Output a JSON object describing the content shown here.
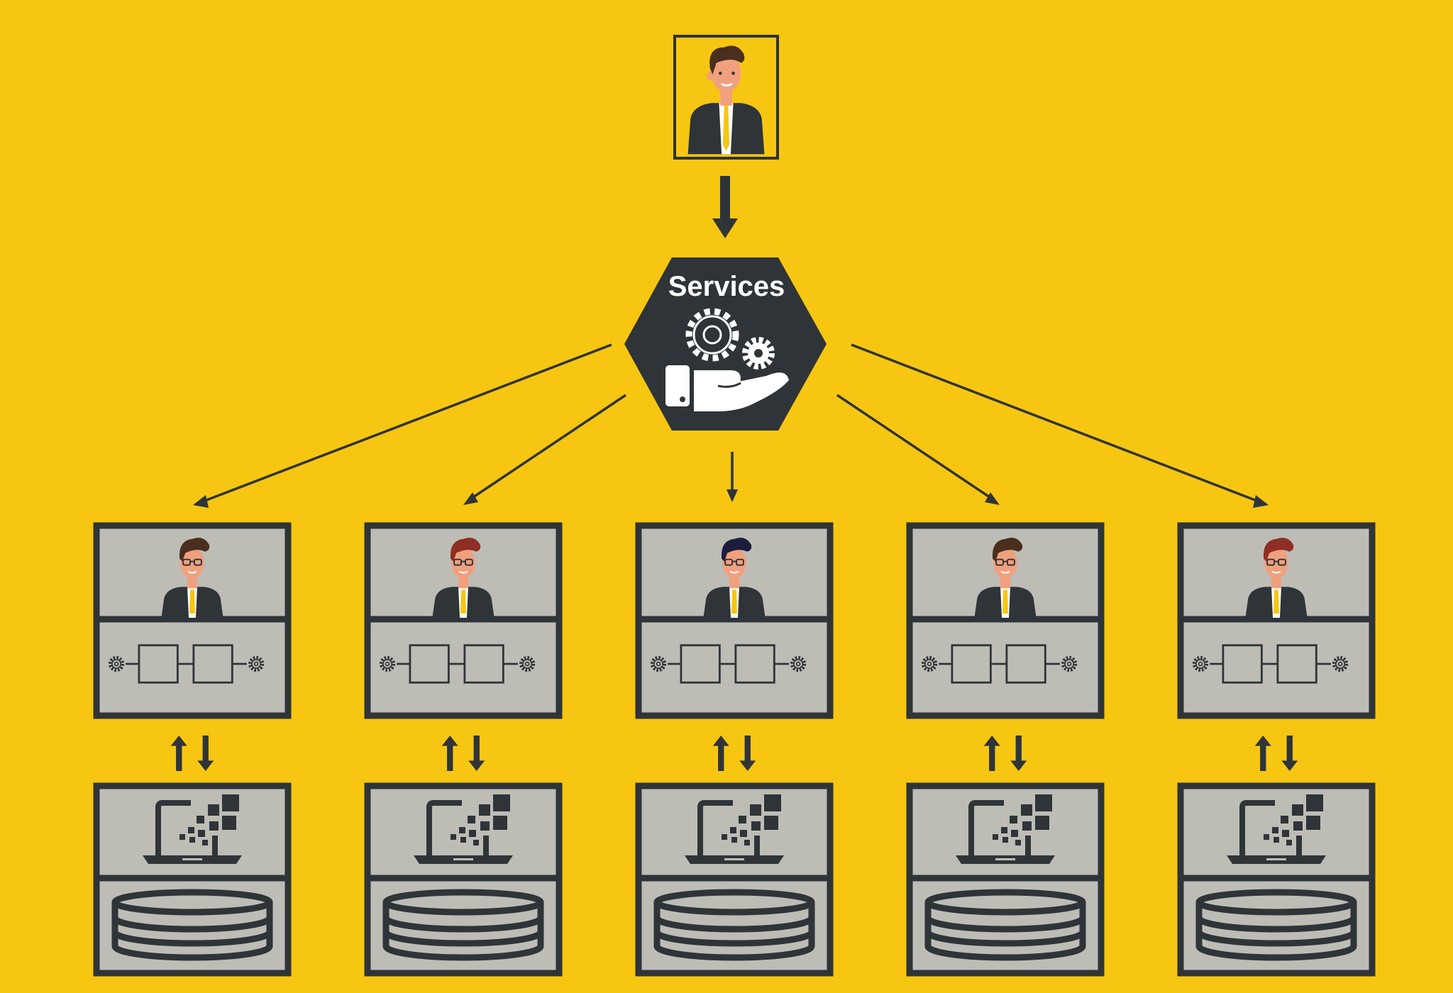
{
  "diagram": {
    "top_node": {
      "icon": "businessman-portrait-icon"
    },
    "hub": {
      "label": "Services",
      "icon": "service-hand-gears-icon"
    },
    "connectors": {
      "top_to_hub": "arrow-down",
      "hub_to_units": "arrow",
      "unit_to_storage": "bidirectional-arrows"
    },
    "units": [
      {
        "hair": "#4A2E1E"
      },
      {
        "hair": "#8F2E25"
      },
      {
        "hair": "#1C1C3E"
      },
      {
        "hair": "#4A2E1E"
      },
      {
        "hair": "#8F2E25"
      }
    ],
    "storage": {
      "laptop_icon": "laptop-data-icon",
      "database_icon": "database-icon"
    }
  },
  "colors": {
    "background": "#F6C612",
    "dark": "#2F3438",
    "panel": "#BDBDB6",
    "hair_main": "#4A2E1E",
    "skin": "#F1A07E",
    "tie": "#F6C612"
  }
}
